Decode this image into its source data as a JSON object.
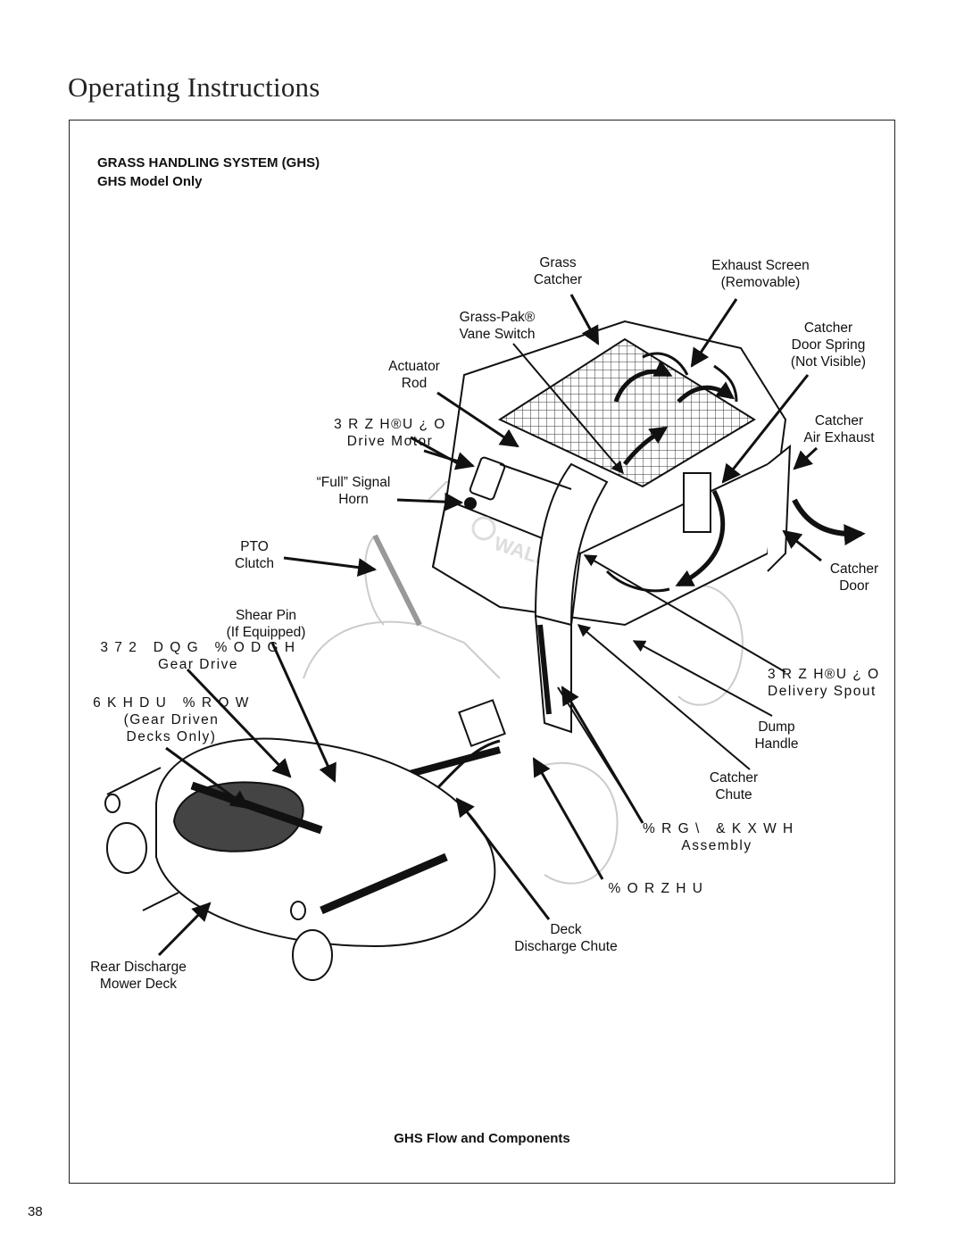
{
  "page": {
    "title": "Operating Instructions",
    "number": "38"
  },
  "section": {
    "heading": "GRASS HANDLING SYSTEM (GHS)",
    "subheading": "GHS Model Only"
  },
  "figure": {
    "caption": "GHS Flow and Components",
    "brand_mark": "WALKER",
    "labels": {
      "grass_catcher": "Grass\nCatcher",
      "exhaust_screen": "Exhaust Screen\n(Removable)",
      "grass_pak_vane_switch": "Grass-Pak®\nVane Switch",
      "catcher_door_spring": "Catcher\nDoor Spring\n(Not Visible)",
      "actuator_rod": "Actuator\nRod",
      "power_flow_drive_motor": "3 R Z H®U ¿ O\nDrive Motor",
      "catcher_air_exhaust": "Catcher\nAir Exhaust",
      "full_signal_horn": "“Full” Signal\nHorn",
      "pto_clutch": "PTO\nClutch",
      "catcher_door": "Catcher\nDoor",
      "shear_pin": "Shear Pin\n(If Equipped)",
      "pto_blade_gear_drive": "3 7 2   D Q G   % O D G H\nGear Drive",
      "power_flow_delivery_spout": "3 R Z H®U ¿ O\nDelivery Spout",
      "shear_bolt": "6 K H D U   % R O W\n(Gear Driven\nDecks Only)",
      "dump_handle": "Dump\nHandle",
      "catcher_chute": "Catcher\nChute",
      "body_chute_assembly": "% R G \\   & K X W H\nAssembly",
      "blower": "% O R Z H U",
      "deck_discharge_chute": "Deck\nDischarge Chute",
      "rear_discharge_mower_deck": "Rear Discharge\nMower Deck"
    }
  },
  "colors": {
    "ink": "#111111",
    "frame": "#222222"
  }
}
